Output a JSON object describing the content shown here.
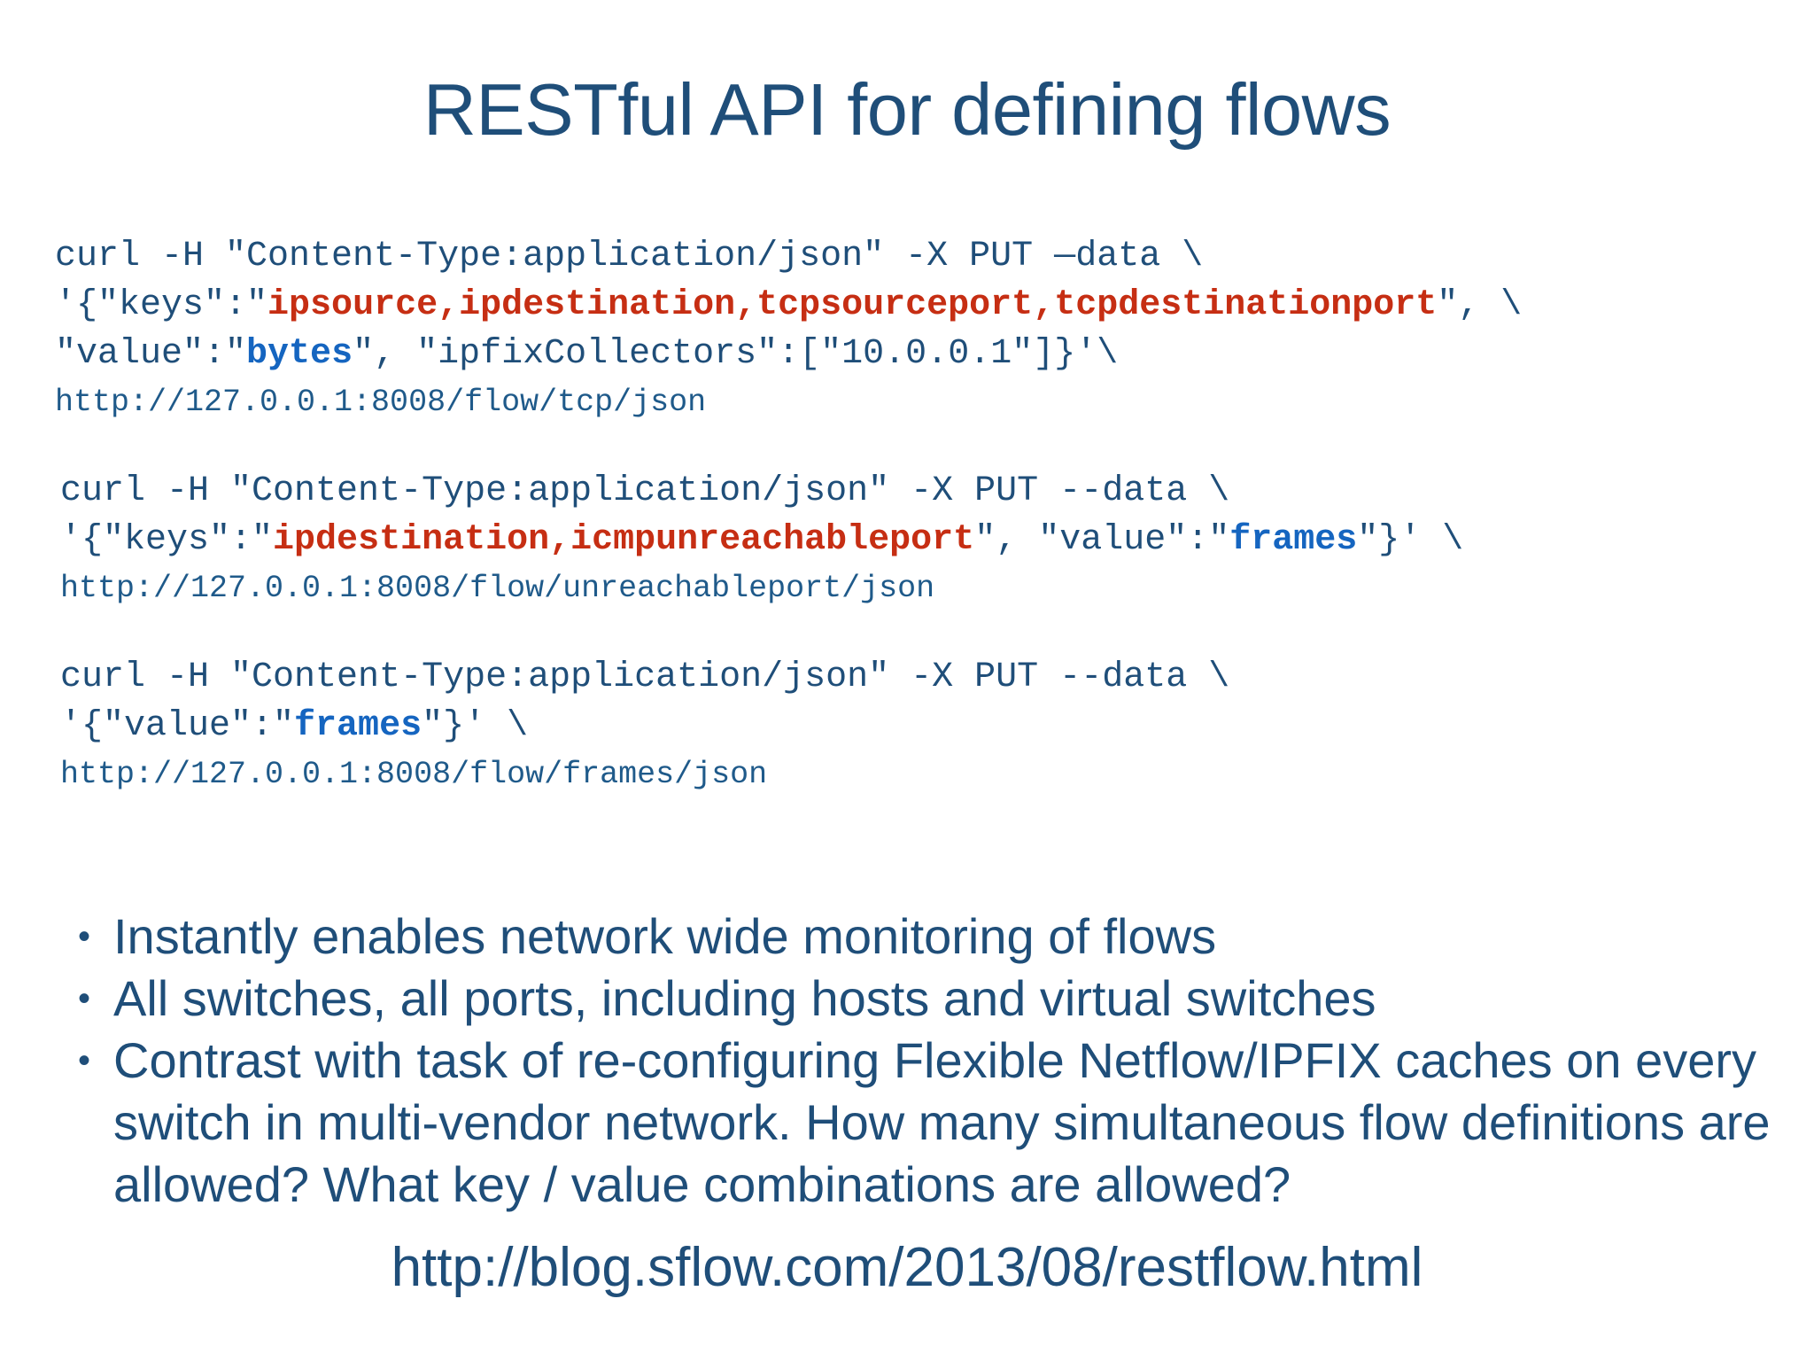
{
  "slide": {
    "title": "RESTful API for defining flows",
    "background_color": "#FFFFFF",
    "accent_color": "#1F4E79",
    "key_color": "#C62E13",
    "value_color": "#1565C0"
  },
  "code_blocks": [
    {
      "id": "flow-tcp",
      "lines": [
        {
          "segments": [
            {
              "text": "curl -H \"Content-Type:application/json\" -X PUT —data \\",
              "style": "plain"
            }
          ],
          "kind": "command"
        },
        {
          "segments": [
            {
              "text": "'{\"keys\":\"",
              "style": "plain"
            },
            {
              "text": "ipsource,ipdestination,tcpsourceport,tcpdestinationport",
              "style": "key"
            },
            {
              "text": "\", \\",
              "style": "plain"
            }
          ],
          "kind": "command"
        },
        {
          "segments": [
            {
              "text": "\"value\":\"",
              "style": "plain"
            },
            {
              "text": "bytes",
              "style": "value"
            },
            {
              "text": "\", \"ipfixCollectors\":[\"10.0.0.1\"]}'\\",
              "style": "plain"
            }
          ],
          "kind": "command"
        },
        {
          "segments": [
            {
              "text": "http://127.0.0.1:8008/flow/tcp/json",
              "style": "plain"
            }
          ],
          "kind": "url"
        }
      ]
    },
    {
      "id": "flow-unreachableport",
      "lines": [
        {
          "segments": [
            {
              "text": "curl -H \"Content-Type:application/json\" -X PUT --data \\",
              "style": "plain"
            }
          ],
          "kind": "command"
        },
        {
          "segments": [
            {
              "text": "'{\"keys\":\"",
              "style": "plain"
            },
            {
              "text": "ipdestination,icmpunreachableport",
              "style": "key"
            },
            {
              "text": "\", \"value\":\"",
              "style": "plain"
            },
            {
              "text": "frames",
              "style": "value"
            },
            {
              "text": "\"}' \\",
              "style": "plain"
            }
          ],
          "kind": "command"
        },
        {
          "segments": [
            {
              "text": "http://127.0.0.1:8008/flow/unreachableport/json",
              "style": "plain"
            }
          ],
          "kind": "url"
        }
      ]
    },
    {
      "id": "flow-frames",
      "lines": [
        {
          "segments": [
            {
              "text": "curl -H \"Content-Type:application/json\" -X PUT --data \\",
              "style": "plain"
            }
          ],
          "kind": "command"
        },
        {
          "segments": [
            {
              "text": "'{\"value\":\"",
              "style": "plain"
            },
            {
              "text": "frames",
              "style": "value"
            },
            {
              "text": "\"}' \\",
              "style": "plain"
            }
          ],
          "kind": "command"
        },
        {
          "segments": [
            {
              "text": "http://127.0.0.1:8008/flow/frames/json",
              "style": "plain"
            }
          ],
          "kind": "url"
        }
      ]
    }
  ],
  "bullets": {
    "marker": "•",
    "items": [
      "Instantly enables network wide monitoring of flows",
      "All switches, all ports, including hosts and virtual switches",
      "Contrast with task of re-configuring Flexible Netflow/IPFIX caches on every switch in multi-vendor network. How many simultaneous flow definitions are allowed? What key / value combinations are allowed?"
    ]
  },
  "footer": {
    "link_text": "http://blog.sflow.com/2013/08/restflow.html"
  }
}
